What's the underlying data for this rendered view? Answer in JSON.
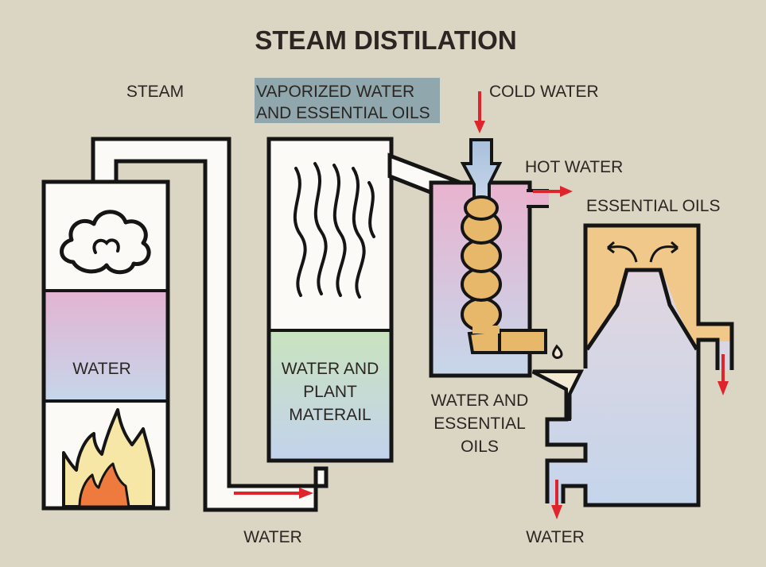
{
  "title": "STEAM DISTILATION",
  "labels": {
    "steam": "STEAM",
    "vaporized_line1": "VAPORIZED WATER",
    "vaporized_line2": "AND ESSENTIAL OILS",
    "cold_water": "COLD WATER",
    "hot_water": "HOT WATER",
    "essential_oils": "ESSENTIAL OILS",
    "water_boiler": "WATER",
    "plant_line1": "WATER AND",
    "plant_line2": "PLANT",
    "plant_line3": "MATERAIL",
    "mix_line1": "WATER AND",
    "mix_line2": "ESSENTIAL",
    "mix_line3": "OILS",
    "water_bottom_left": "WATER",
    "water_bottom_right": "WATER"
  },
  "colors": {
    "background": "#dbd5c4",
    "outline": "#151515",
    "arrow": "#e0242b",
    "vapor_highlight": "#8fa7ad",
    "oil": "#f0c98a",
    "coil": "#e8b86a",
    "condenser_liquid_top": "#e9b3cf",
    "condenser_liquid_bottom": "#c6d6ea",
    "boiler_water_top": "#e3b4d2",
    "boiler_water_bottom": "#c6d6ea",
    "plant_top": "#c9e3bf",
    "plant_bottom": "#c3d2ec",
    "flame_outer": "#f6e7a6",
    "flame_inner": "#ee7a3d",
    "inlet_pipe": "#a9c0dc"
  },
  "icons": {
    "steam_cloud": "cloud-icon",
    "fire": "flame-icon",
    "vapor": "vapor-wave-icon",
    "droplet": "droplet-icon"
  }
}
